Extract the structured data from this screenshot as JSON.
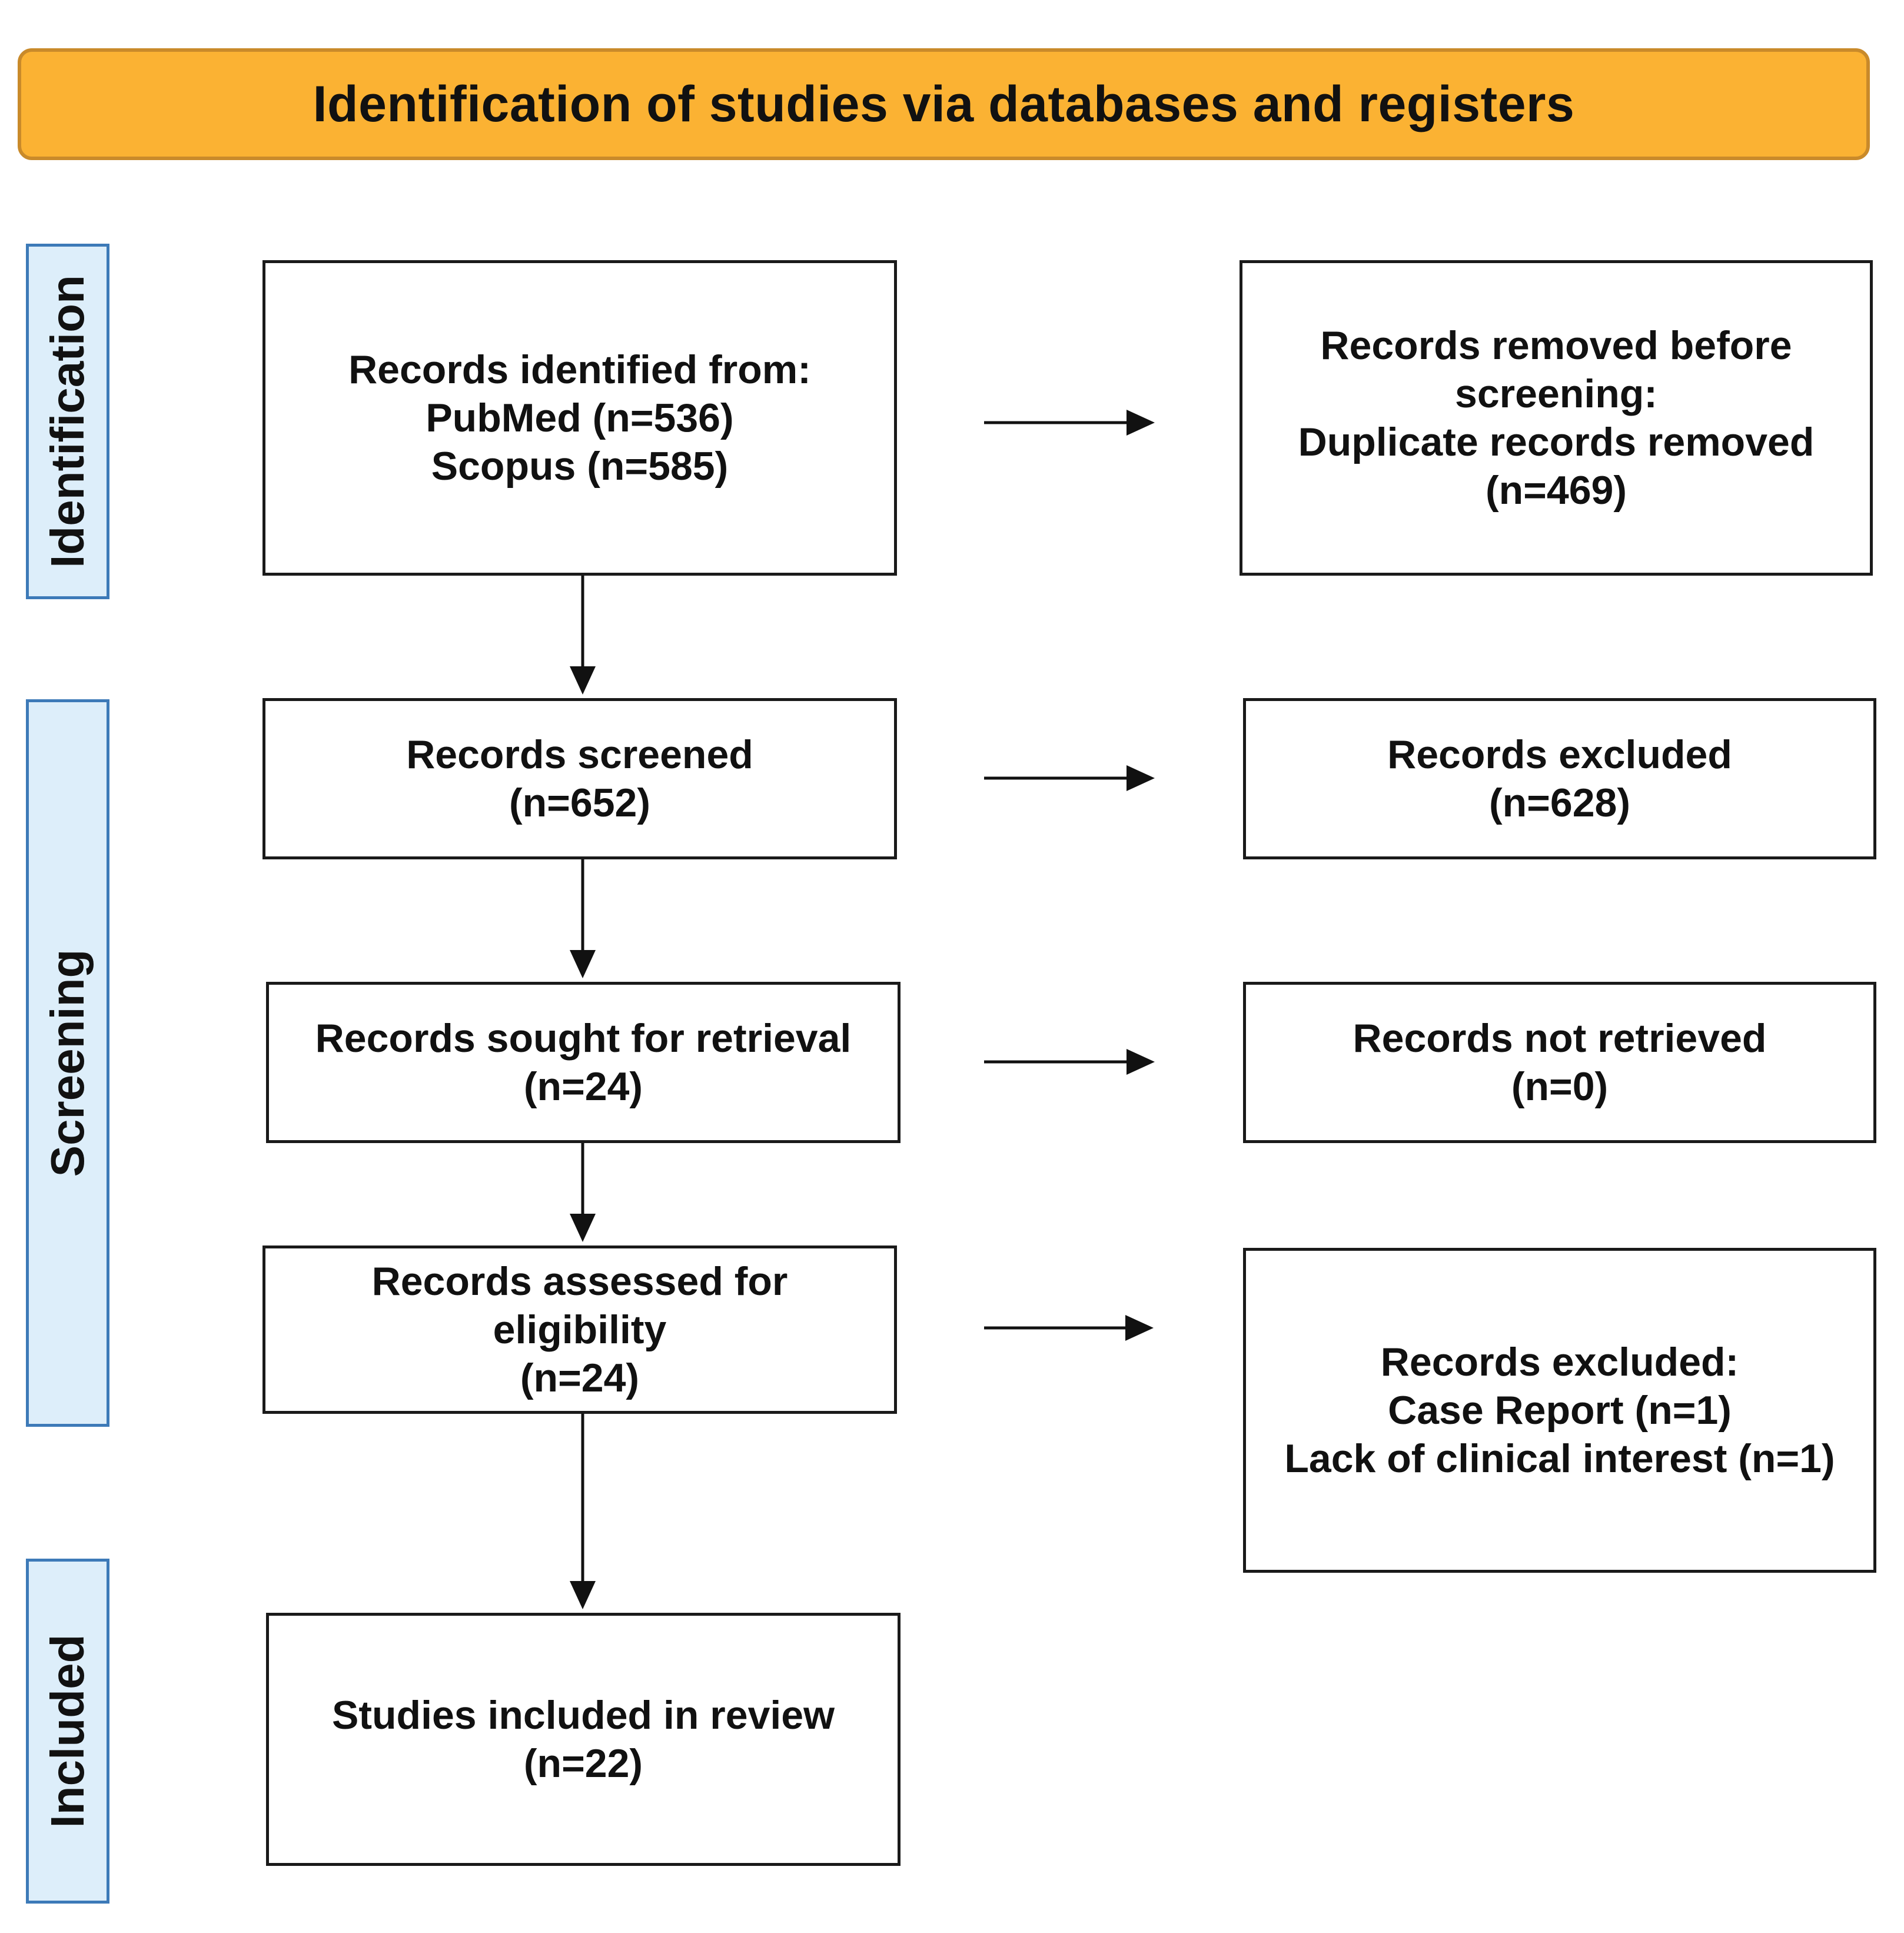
{
  "header": {
    "title": "Identification of studies via databases and registers",
    "color": "#fbb233"
  },
  "stages": {
    "identification": "Identification",
    "screening": "Screening",
    "included": "Included"
  },
  "boxes": {
    "identified": {
      "lines": [
        "Records identified from:",
        "PubMed (n=536)",
        "Scopus (n=585)"
      ]
    },
    "removed": {
      "lines": [
        "Records removed before",
        "screening:",
        "Duplicate records removed",
        "(n=469)"
      ]
    },
    "screened": {
      "lines": [
        "Records screened",
        "(n=652)"
      ]
    },
    "excluded": {
      "lines": [
        "Records excluded",
        "(n=628)"
      ]
    },
    "sought": {
      "lines": [
        "Records sought for retrieval",
        "(n=24)"
      ]
    },
    "not_retrieved": {
      "lines": [
        "Records not retrieved",
        "(n=0)"
      ]
    },
    "assessed": {
      "lines": [
        "Records assessed for",
        "eligibility",
        "(n=24)"
      ]
    },
    "excluded_reasons": {
      "lines": [
        "Records excluded:",
        "Case Report (n=1)",
        "Lack of clinical interest (n=1)"
      ]
    },
    "included": {
      "lines": [
        "Studies included in review",
        "(n=22)"
      ]
    }
  }
}
